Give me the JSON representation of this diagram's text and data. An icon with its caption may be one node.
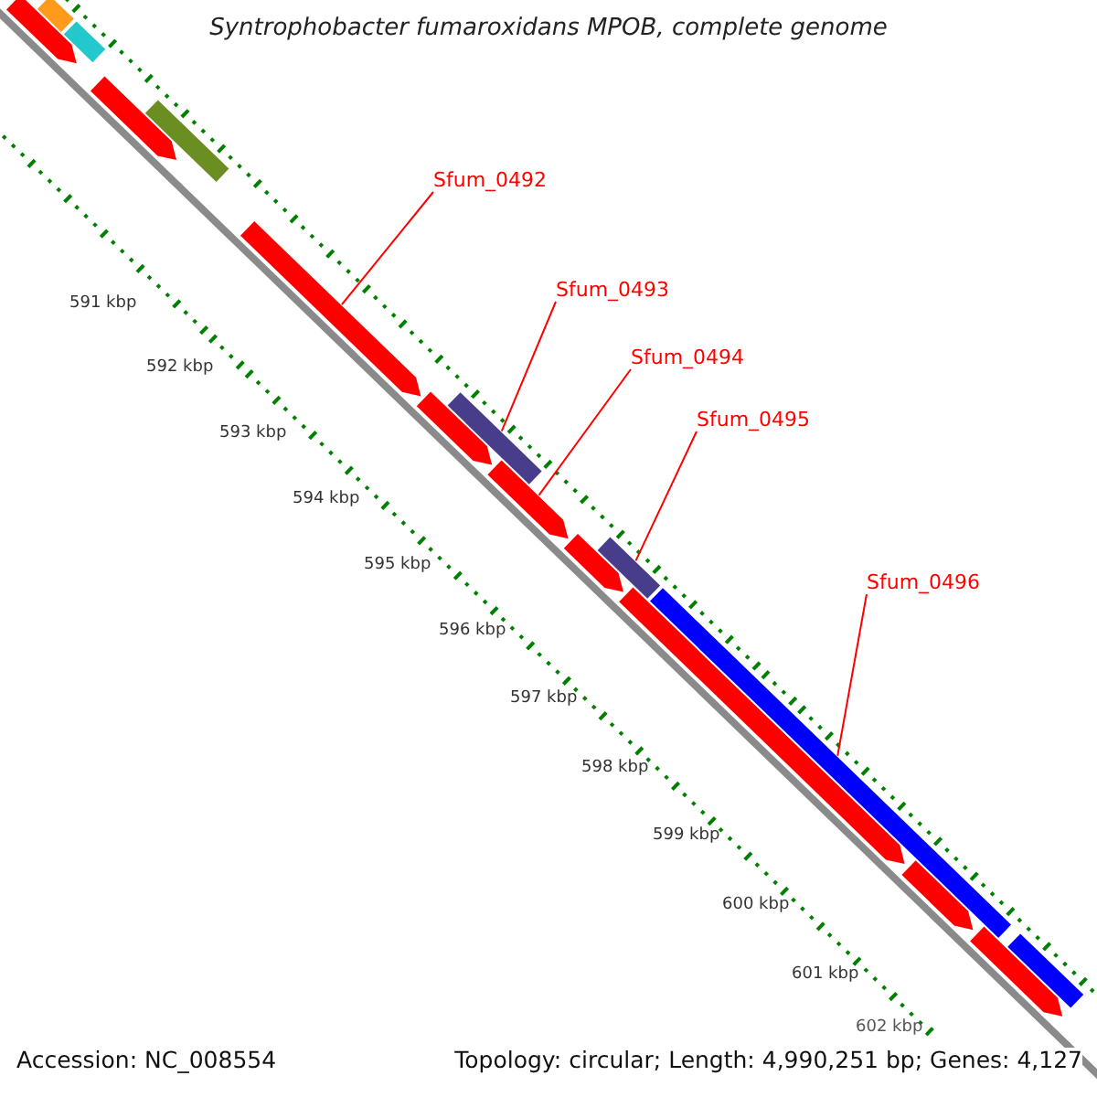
{
  "diagram": {
    "title": "Syntrophobacter fumaroxidans MPOB, complete genome",
    "nodes": [
      {
        "text": [],
        "shape": "bar"
      },
      {
        "text": [],
        "shape": "bar"
      },
      {
        "text": [],
        "shape": "arrow"
      },
      {
        "text": [],
        "shape": "arrow"
      },
      {
        "text": [],
        "shape": "bar"
      },
      {
        "text": [],
        "shape": "arrow"
      },
      {
        "text": [],
        "shape": "bar"
      },
      {
        "text": [],
        "shape": "arrow"
      },
      {
        "text": [],
        "shape": "arrow"
      },
      {
        "text": [],
        "shape": "arrow"
      },
      {
        "text": [],
        "shape": "bar"
      },
      {
        "text": [],
        "shape": "bar"
      },
      {
        "text": [],
        "shape": "arrow"
      },
      {
        "text": [],
        "shape": "arrow"
      },
      {
        "text": [],
        "shape": "bar"
      },
      {
        "text": [],
        "shape": "arrow"
      },
      {
        "text": [
          "Sfum_0492"
        ]
      },
      {
        "text": [
          "Sfum_0493"
        ]
      },
      {
        "text": [
          "Sfum_0494"
        ]
      },
      {
        "text": [
          "Sfum_0495"
        ]
      },
      {
        "text": [
          "Sfum_0496"
        ]
      }
    ],
    "edges": [
      {
        "from": 16,
        "to": 5,
        "arrow": "none"
      },
      {
        "from": 17,
        "to": 6,
        "arrow": "none"
      },
      {
        "from": 18,
        "to": 8,
        "arrow": "none"
      },
      {
        "from": 19,
        "to": 10,
        "arrow": "none"
      },
      {
        "from": 20,
        "to": 11,
        "arrow": "none"
      }
    ],
    "labels": [
      "591 kbp",
      "592 kbp",
      "593 kbp",
      "594 kbp",
      "595 kbp",
      "596 kbp",
      "597 kbp",
      "598 kbp",
      "599 kbp",
      "600 kbp",
      "601 kbp",
      "602 kbp",
      "Accession: NC_008554",
      "Topology: circular; Length: 4,990,251 bp; Genes: 4,127"
    ]
  }
}
